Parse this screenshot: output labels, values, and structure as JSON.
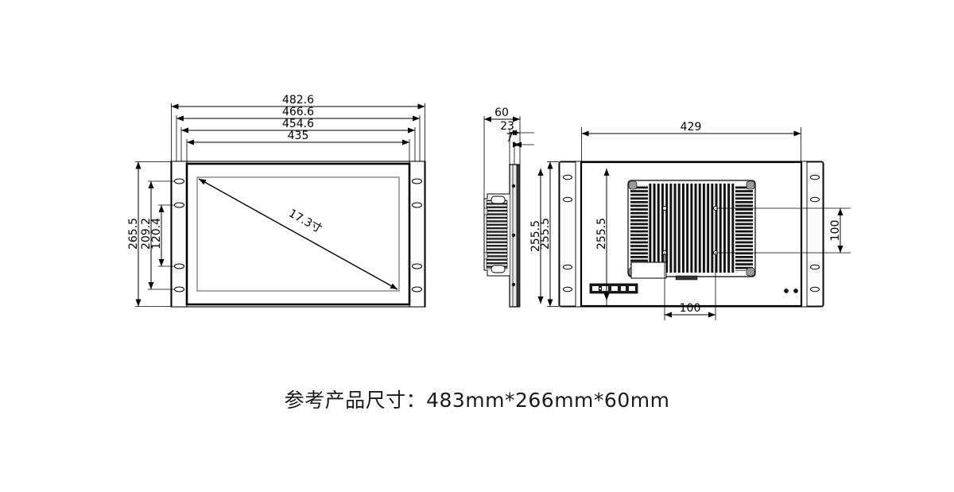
{
  "document": {
    "type": "engineering-dimension-drawing",
    "background_color": "#ffffff",
    "line_color": "#000000",
    "caption": "参考产品尺寸：483mm*266mm*60mm"
  },
  "views": {
    "front": {
      "name": "front-view",
      "screen_diagonal_label": "17.3寸",
      "horizontal_dimensions": [
        {
          "label": "482.6",
          "desc": "overall width including rack ears"
        },
        {
          "label": "466.6",
          "desc": "mounting hole span"
        },
        {
          "label": "454.6",
          "desc": "ear inner span"
        },
        {
          "label": "435",
          "desc": "bezel width"
        }
      ],
      "vertical_dimensions": [
        {
          "label": "265.5",
          "desc": "overall height"
        },
        {
          "label": "209.2",
          "desc": "mounting slot span"
        },
        {
          "label": "120.4",
          "desc": "inner slot span"
        }
      ],
      "bracket_slots_per_side": 4
    },
    "side": {
      "name": "side-view",
      "horizontal_dimensions": [
        {
          "label": "60",
          "desc": "total depth"
        },
        {
          "label": "23",
          "desc": "panel depth"
        },
        {
          "label": "7",
          "desc": "bezel thickness"
        }
      ],
      "vertical_dimensions": [
        {
          "label": "255.5",
          "desc": "chassis height"
        }
      ]
    },
    "back": {
      "name": "back-view",
      "horizontal_dimensions": [
        {
          "label": "429",
          "desc": "chassis width"
        },
        {
          "label": "100",
          "desc": "VESA horizontal pitch"
        }
      ],
      "vertical_dimensions": [
        {
          "label": "255.5",
          "desc": "overall height"
        },
        {
          "label": "255.5",
          "desc": "chassis height"
        },
        {
          "label": "100",
          "desc": "VESA vertical pitch"
        }
      ],
      "vesa_pattern": "100 x 100",
      "bracket_slots_per_side": 4
    }
  }
}
